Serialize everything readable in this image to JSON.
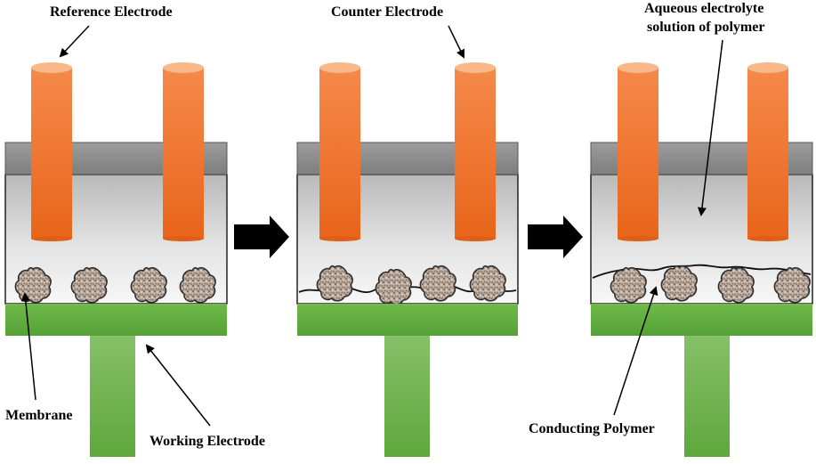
{
  "labels": {
    "reference_electrode": "Reference Electrode",
    "counter_electrode": "Counter Electrode",
    "aqueous_line1": "Aqueous electrolyte",
    "aqueous_line2": "solution of polymer",
    "membrane": "Membrane",
    "working_electrode": "Working Electrode",
    "conducting_polymer": "Conducting Polymer"
  },
  "colors": {
    "electrode_orange": "#f07a30",
    "electrode_top": "#f8b88a",
    "cap_gray": "#8c8c8c",
    "working_green": "#5fa840",
    "arrow": "#000000"
  }
}
